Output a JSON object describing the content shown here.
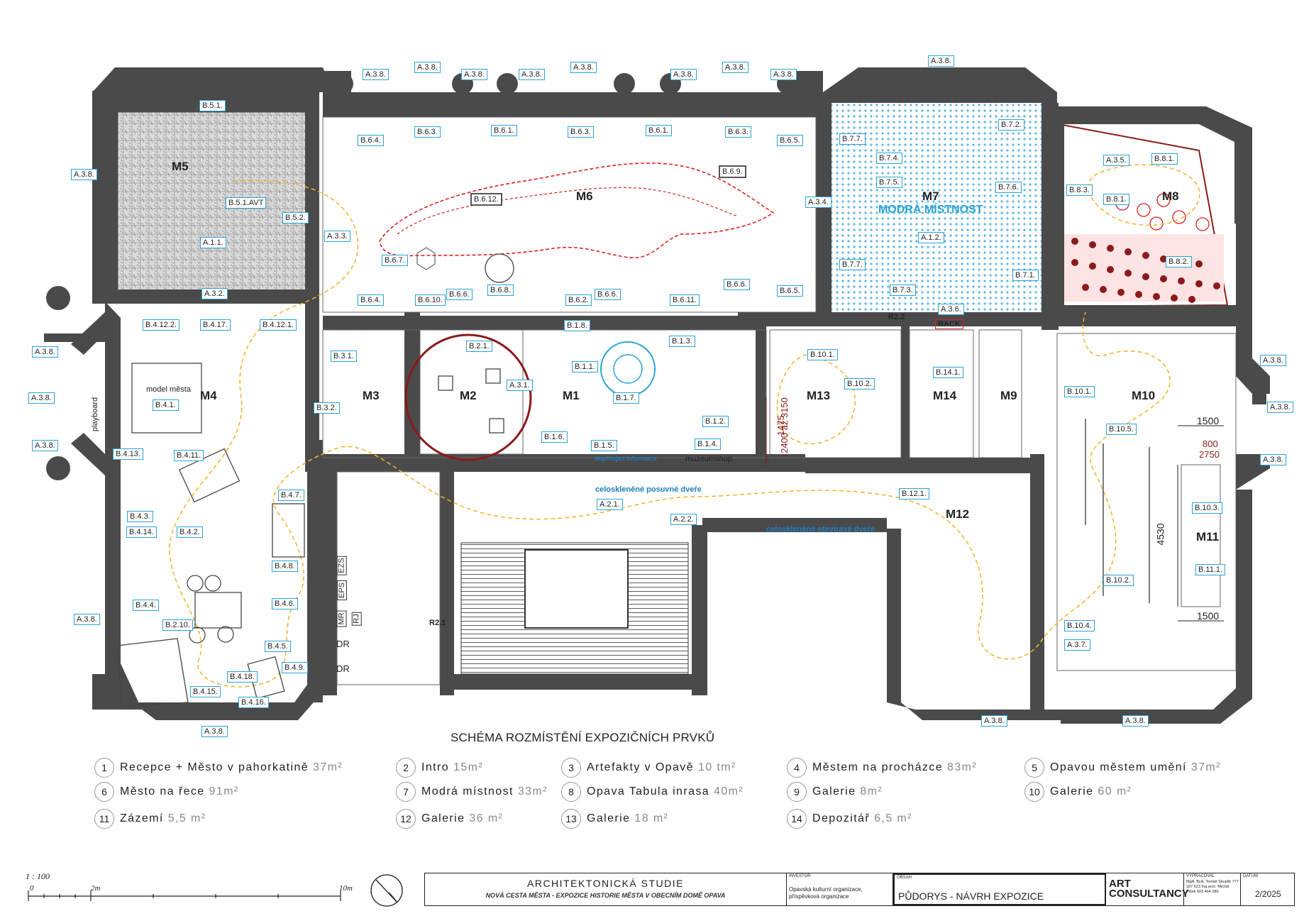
{
  "rooms": {
    "M1": "M1",
    "M2": "M2",
    "M3": "M3",
    "M4": "M4",
    "M5": "M5",
    "M6": "M6",
    "M7": "M7",
    "M8": "M8",
    "M9": "M9",
    "M10": "M10",
    "M11": "M11",
    "M12": "M12",
    "M13": "M13",
    "M14": "M14"
  },
  "room_labels": {
    "m7_title": "MODRÁ MÍSTNOST",
    "model": "model města",
    "playboard": "playboard",
    "muzeumshop": "muzeumshop",
    "doplnujici": "doplňující informace",
    "rack": "RACK",
    "r21": "R2.1",
    "r22": "R2.2"
  },
  "tags": {
    "A38": "A.3.8.",
    "A35": "A.3.5.",
    "A37": "A.3.7.",
    "A33": "A.3.3.",
    "A34": "A.3.4.",
    "A32": "A.3.2.",
    "A31": "A.3.1.",
    "A36": "A.3.6.",
    "A11": "A.1.1.",
    "A12": "A.1.2.",
    "A21": "A.2.1.",
    "A22": "A.2.2.",
    "B51": "B.5.1.",
    "B51AVT": "B.5.1.AVT",
    "B52": "B.5.2.",
    "B64": "B.6.4.",
    "B63": "B.6.3.",
    "B61": "B.6.1.",
    "B65": "B.6.5.",
    "B69": "B.6.9.",
    "B612": "B.6.12.",
    "B67": "B.6.7.",
    "B68": "B.6.8.",
    "B610": "B.6.10.",
    "B66": "B.6.6.",
    "B62": "B.6.2.",
    "B611": "B.6.11.",
    "B77": "B.7.7.",
    "B72": "B.7.2.",
    "B74": "B.7.4.",
    "B75": "B.7.5.",
    "B76": "B.7.6.",
    "B71": "B.7.1.",
    "B73": "B.7.3.",
    "B81": "B.8.1.",
    "B83": "B.8.3.",
    "B82": "B.8.2.",
    "B4122": "B.4.12.2.",
    "B417": "B.4.17.",
    "B4121": "B.4.12.1.",
    "B41": "B.4.1.",
    "B413": "B.4.13.",
    "B411": "B.4.11.",
    "B47": "B.4.7.",
    "B43": "B.4.3.",
    "B414": "B.4.14.",
    "B42": "B.4.2.",
    "B48": "B.4.8.",
    "B44": "B.4.4.",
    "B46": "B.4.6.",
    "B210": "B.2.10.",
    "B45": "B.4.5.",
    "B49": "B.4.9.",
    "B418": "B.4.18.",
    "B415": "B.4.15.",
    "B416": "B.4.16.",
    "B31": "B.3.1.",
    "B32": "B.3.2.",
    "B21": "B.2.1.",
    "B18": "B.1.8.",
    "B13": "B.1.3.",
    "B11": "B.1.1.",
    "B17": "B.1.7.",
    "B12": "B.1.2.",
    "B16": "B.1.6.",
    "B15": "B.1.5.",
    "B14": "B.1.4.",
    "B101": "B.10.1.",
    "B102": "B.10.2.",
    "B141": "B.14.1.",
    "B121": "B.12.1.",
    "B1010": "B.10.1.",
    "B105": "B.10.5.",
    "B103": "B.10.3.",
    "B111": "B.11.1.",
    "B1022": "B.10.2.",
    "B104": "B.10.4."
  },
  "dimensions": {
    "d1500a": "1500",
    "d1500b": "1500",
    "d4530": "4530",
    "d800": "800",
    "d2750": "2750",
    "d1475": "1475",
    "d2400": "2400 až 3150"
  },
  "door_notes": {
    "posuvne": "celoskleněné posuvné dveře",
    "oteviravne": "celoskleněné otevíravé dveře"
  },
  "service_rooms": {
    "ezs": "EZS",
    "eps": "EPS",
    "mr": "MR",
    "rj": "RJ",
    "dr1": "DR",
    "dr2": "DR"
  },
  "legend": {
    "title": "SCHÉMA ROZMÍSTĚNÍ EXPOZIČNÍCH PRVKŮ",
    "items": [
      {
        "n": "1",
        "name": "Recepce + Město v pahorkatině",
        "area": "37m²"
      },
      {
        "n": "2",
        "name": "Intro",
        "area": "15m²"
      },
      {
        "n": "3",
        "name": "Artefakty v Opavě",
        "area": "10 tm²"
      },
      {
        "n": "4",
        "name": "Městem na procházce",
        "area": "83m²"
      },
      {
        "n": "5",
        "name": "Opavou městem umění",
        "area": "37m²"
      },
      {
        "n": "6",
        "name": "Město na řece",
        "area": "91m²"
      },
      {
        "n": "7",
        "name": "Modrá místnost",
        "area": "33m²"
      },
      {
        "n": "8",
        "name": "Opava Tabula inrasa",
        "area": "40m²"
      },
      {
        "n": "9",
        "name": "Galerie",
        "area": "8m²"
      },
      {
        "n": "10",
        "name": "Galerie",
        "area": "60 m²"
      },
      {
        "n": "11",
        "name": "Zázemí",
        "area": "5,5 m²"
      },
      {
        "n": "12",
        "name": "Galerie",
        "area": "36 m²"
      },
      {
        "n": "13",
        "name": "Galerie",
        "area": "18 m²"
      },
      {
        "n": "14",
        "name": "Depozitář",
        "area": "6,5 m²"
      }
    ]
  },
  "scale": {
    "ratio": "1 : 100",
    "t0": "0",
    "t2": "2m",
    "t10": "10m"
  },
  "title_block": {
    "studio": "ARCHITEKTONICKÁ STUDIE",
    "project": "NOVÁ CESTA MĚSTA - EXPOZICE HISTORIE MĚSTA V OBECNÍM DOMĚ OPAVA",
    "investor_label": "INVESTOR",
    "investor": "Opavská kulturní organizace, příspěvková organizace",
    "content_label": "OBSAH",
    "content": "PŮDORYS - NÁVRH EXPOZICE",
    "logo": "ART CONSULTANCY",
    "prepared_label": "VYPRACOVAL",
    "prepared": "MgA. BcA. Tomáš Skuplík 777 187 623 Ing.arch. Michal Pišek 603 464 280",
    "date_label": "DATUM",
    "date": "2/2025"
  },
  "colors": {
    "wall": "#4a4a4a",
    "route": "#f0b429",
    "tag_border": "#29a3d6",
    "route_red": "#e02020",
    "blue_grid": "#5fb6e6",
    "door_red": "#8b1a1a"
  }
}
